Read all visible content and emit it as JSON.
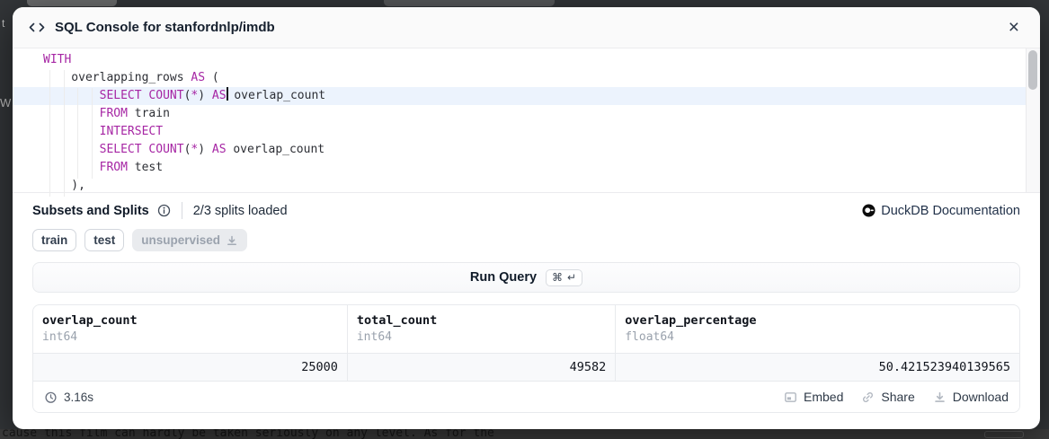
{
  "window": {
    "title": "SQL Console for stanfordnlp/imdb",
    "close_glyph": "×"
  },
  "editor": {
    "lines": [
      {
        "tokens": [
          [
            "kw",
            "WITH"
          ]
        ]
      },
      {
        "tokens": [
          [
            "id",
            "    overlapping_rows "
          ],
          [
            "kw",
            "AS"
          ],
          [
            "id",
            " ("
          ]
        ]
      },
      {
        "active": true,
        "tokens": [
          [
            "id",
            "        "
          ],
          [
            "kw",
            "SELECT"
          ],
          [
            "id",
            " "
          ],
          [
            "kw",
            "COUNT"
          ],
          [
            "id",
            "("
          ],
          [
            "kw",
            "*"
          ],
          [
            "id",
            ")"
          ],
          [
            "id",
            " "
          ],
          [
            "kw",
            "AS"
          ],
          [
            "caret",
            ""
          ],
          [
            "id",
            " overlap_count"
          ]
        ]
      },
      {
        "tokens": [
          [
            "id",
            "        "
          ],
          [
            "kw",
            "FROM"
          ],
          [
            "id",
            " train"
          ]
        ]
      },
      {
        "tokens": [
          [
            "id",
            "        "
          ],
          [
            "kw",
            "INTERSECT"
          ]
        ]
      },
      {
        "tokens": [
          [
            "id",
            "        "
          ],
          [
            "kw",
            "SELECT"
          ],
          [
            "id",
            " "
          ],
          [
            "kw",
            "COUNT"
          ],
          [
            "id",
            "("
          ],
          [
            "kw",
            "*"
          ],
          [
            "id",
            ")"
          ],
          [
            "id",
            " "
          ],
          [
            "kw",
            "AS"
          ],
          [
            "id",
            " overlap_count"
          ]
        ]
      },
      {
        "tokens": [
          [
            "id",
            "        "
          ],
          [
            "kw",
            "FROM"
          ],
          [
            "id",
            " test"
          ]
        ]
      },
      {
        "tokens": [
          [
            "id",
            "    ),"
          ]
        ]
      }
    ]
  },
  "splits": {
    "heading": "Subsets and Splits",
    "status": "2/3 splits loaded",
    "docs_link": "DuckDB Documentation",
    "tags": [
      {
        "label": "train",
        "loaded": true
      },
      {
        "label": "test",
        "loaded": true
      },
      {
        "label": "unsupervised",
        "loaded": false,
        "icon": "download-icon"
      }
    ]
  },
  "run_query": {
    "label": "Run Query",
    "shortcut_keys": [
      "⌘",
      "↵"
    ]
  },
  "results": {
    "columns": [
      {
        "name": "overlap_count",
        "type": "int64"
      },
      {
        "name": "total_count",
        "type": "int64"
      },
      {
        "name": "overlap_percentage",
        "type": "float64"
      }
    ],
    "rows": [
      [
        "25000",
        "49582",
        "50.421523940139565"
      ]
    ],
    "elapsed": "3.16s",
    "actions": [
      {
        "label": "Embed",
        "icon": "embed-icon"
      },
      {
        "label": "Share",
        "icon": "share-icon"
      },
      {
        "label": "Download",
        "icon": "download-icon"
      }
    ]
  },
  "background": {
    "bottom_text": "cause this film can hardly be taken seriously on any level. As for the",
    "left_fragments": [
      "t",
      "W"
    ]
  },
  "colors": {
    "keyword_purple": "#a626a4",
    "active_line_blue": "#ecf3fd",
    "title_dark": "#16202e"
  }
}
